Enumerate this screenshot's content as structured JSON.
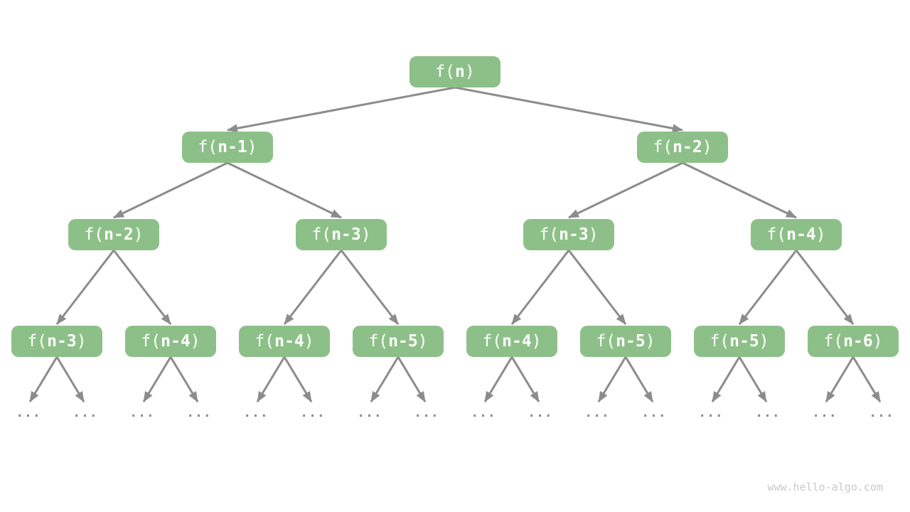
{
  "diagram": {
    "tree": {
      "levels": [
        [
          "f(n)"
        ],
        [
          "f(n-1)",
          "f(n-2)"
        ],
        [
          "f(n-2)",
          "f(n-3)",
          "f(n-3)",
          "f(n-4)"
        ],
        [
          "f(n-3)",
          "f(n-4)",
          "f(n-4)",
          "f(n-5)",
          "f(n-4)",
          "f(n-5)",
          "f(n-5)",
          "f(n-6)"
        ]
      ],
      "leaf_ellipsis": "..."
    },
    "colors": {
      "background": "#ffffff",
      "node_fill": "#8dc088",
      "node_text": "#ffffff",
      "edge": "#8c8c8c",
      "ellipsis": "#8a8a8a",
      "watermark": "#c9c9c9"
    },
    "watermark": "www.hello-algo.com"
  }
}
